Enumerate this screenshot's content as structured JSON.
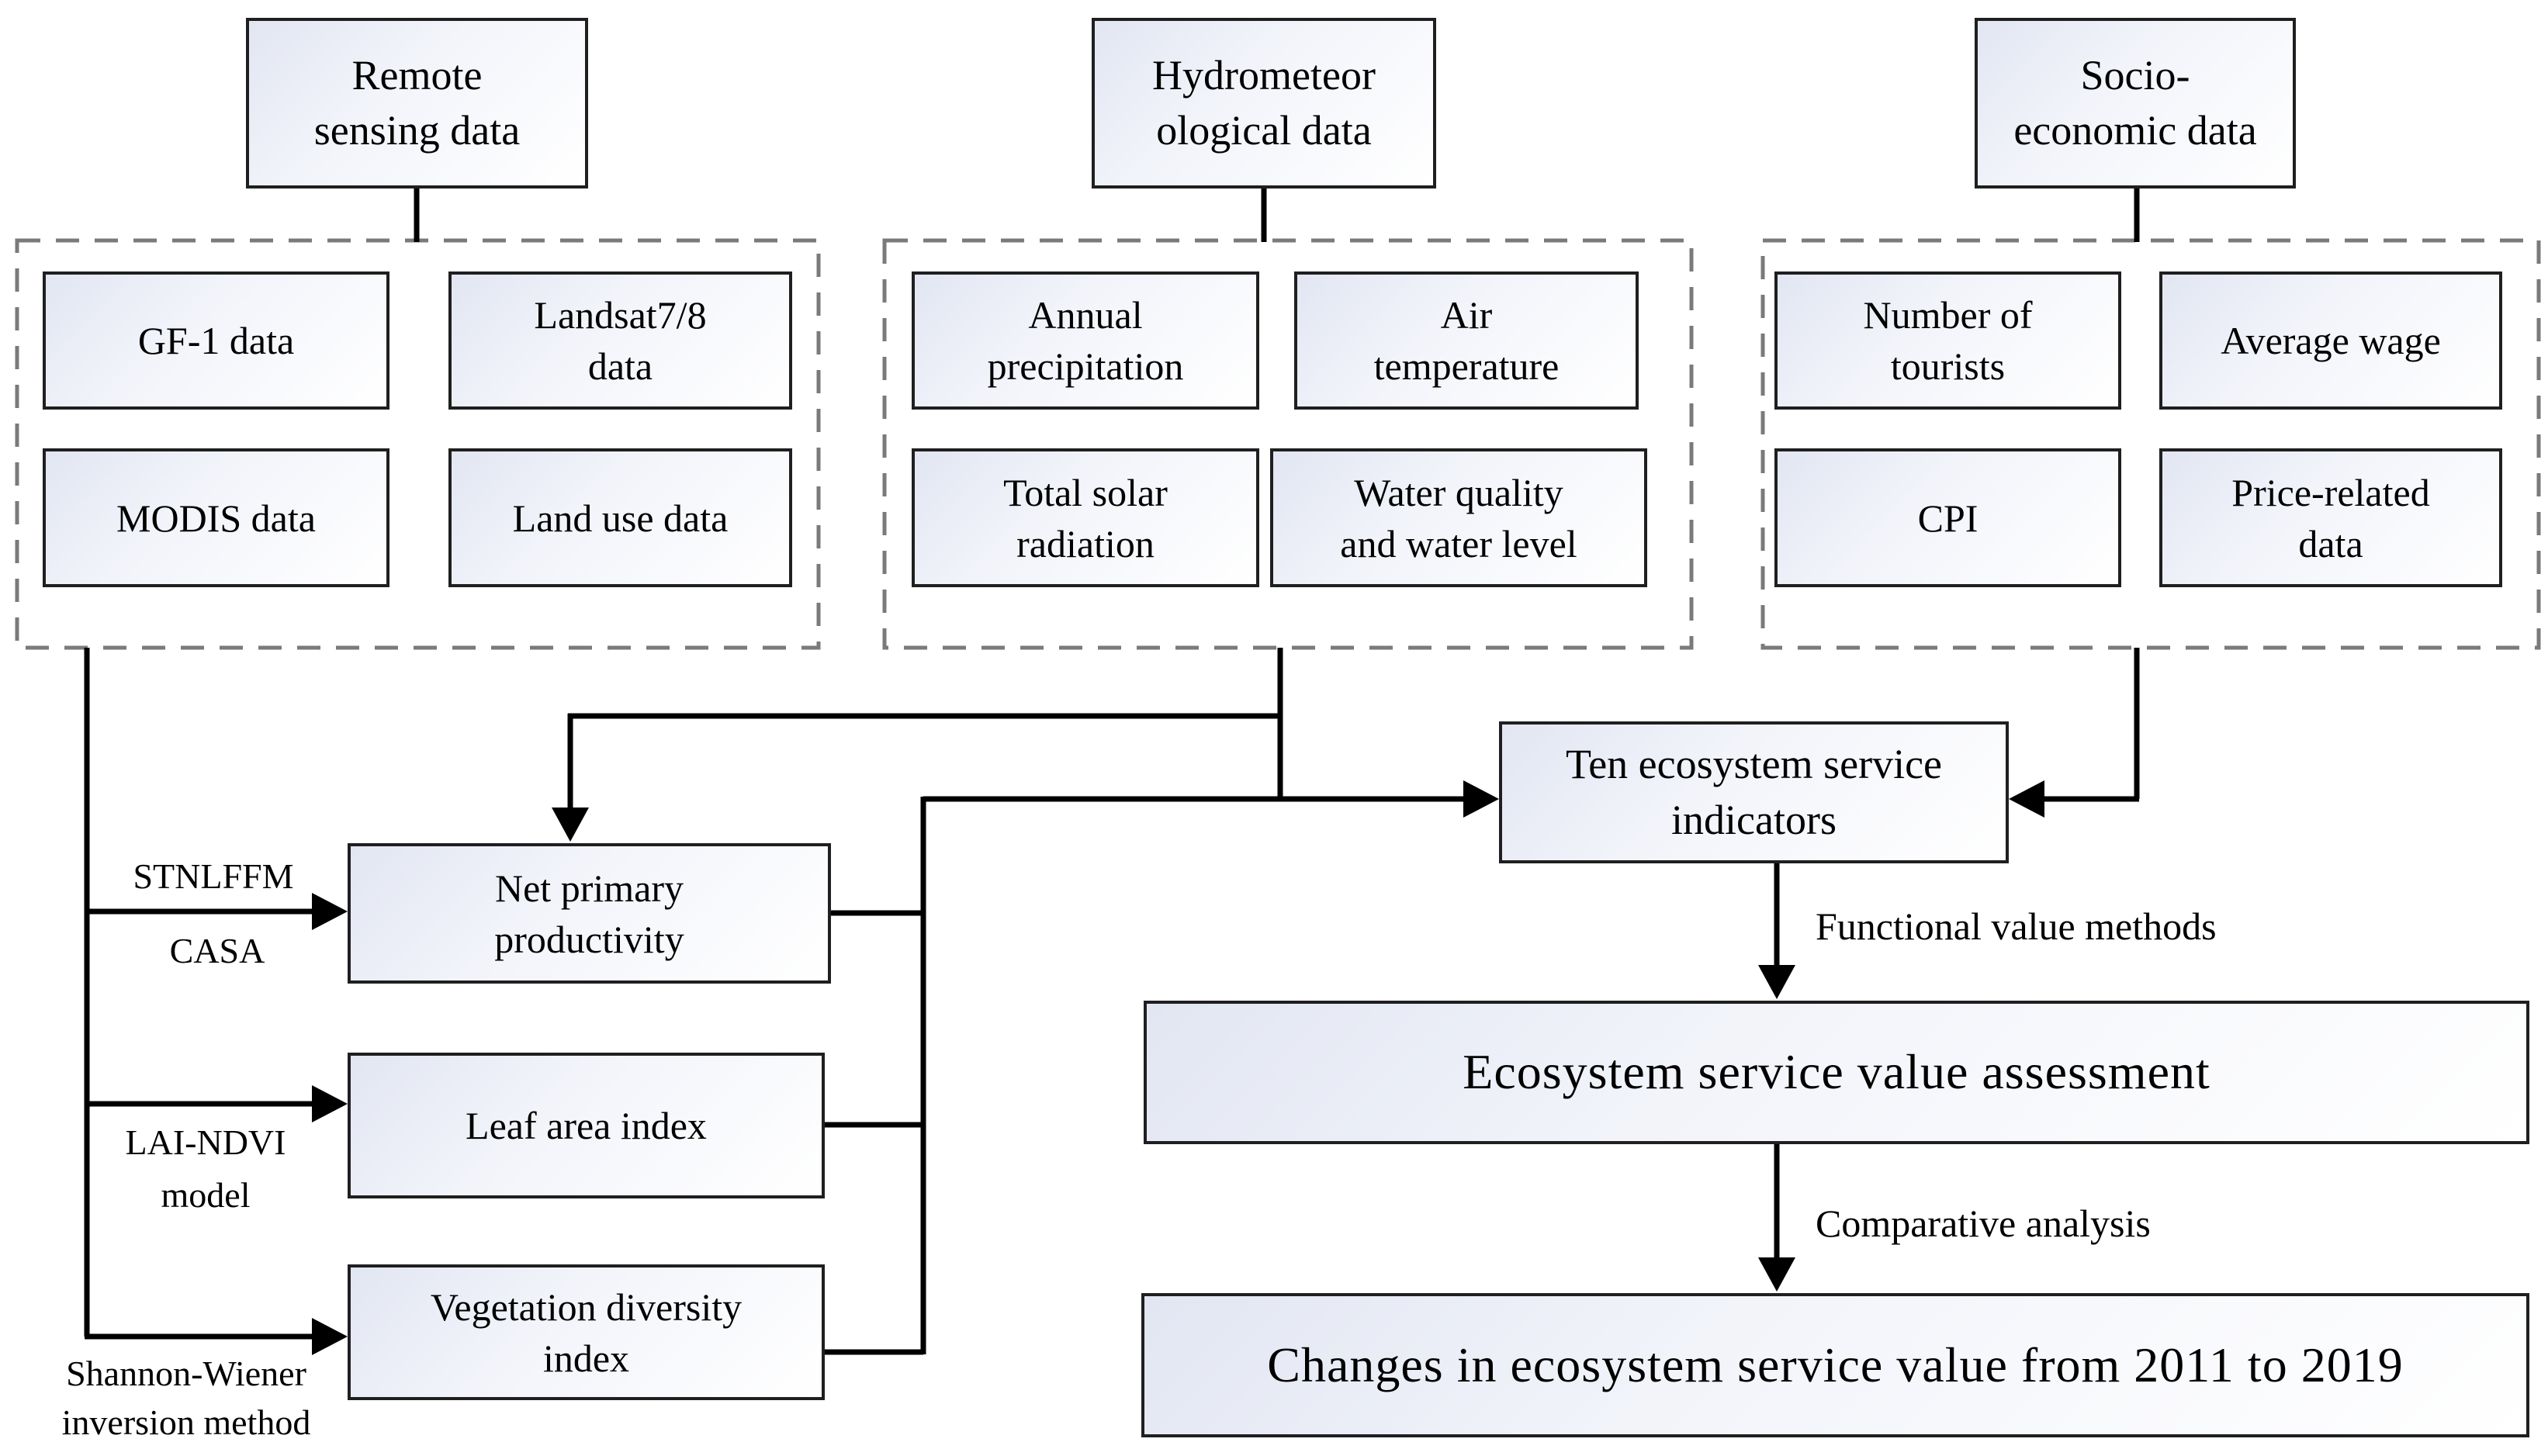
{
  "diagram": {
    "headers": {
      "remote": "Remote\nsensing data",
      "hydro": "Hydrometeor\nological data",
      "socio": "Socio-\neconomic data"
    },
    "sources": {
      "gf1": "GF-1 data",
      "landsat": "Landsat7/8\ndata",
      "modis": "MODIS data",
      "landuse": "Land use data",
      "annual": "Annual\nprecipitation",
      "air": "Air\ntemperature",
      "solar": "Total solar\nradiation",
      "water": "Water quality\nand water level",
      "tourists": "Number of\ntourists",
      "wage": "Average wage",
      "cpi": "CPI",
      "price": "Price-related\ndata"
    },
    "derived": {
      "npp": "Net primary\nproductivity",
      "lai": "Leaf area index",
      "vdi": "Vegetation diversity\nindex"
    },
    "indicators_box": "Ten ecosystem service\nindicators",
    "methods": {
      "stnlffm": "STNLFFM",
      "casa": "CASA",
      "lai_ndvi": "LAI-NDVI",
      "model": "model",
      "shannon": "Shannon-Wiener",
      "inversion": "inversion method"
    },
    "flow": {
      "functional": "Functional value methods",
      "comparative": "Comparative analysis"
    },
    "results": {
      "assessment": "Ecosystem service value assessment",
      "changes": "Changes in ecosystem service value from 2011 to 2019"
    },
    "colors": {
      "box_border": "#1f1f1f",
      "box_fill_top": "#e2e6f2",
      "box_fill_bottom": "#ffffff",
      "dashed_border": "#7a7a7a",
      "line": "#000000"
    }
  }
}
